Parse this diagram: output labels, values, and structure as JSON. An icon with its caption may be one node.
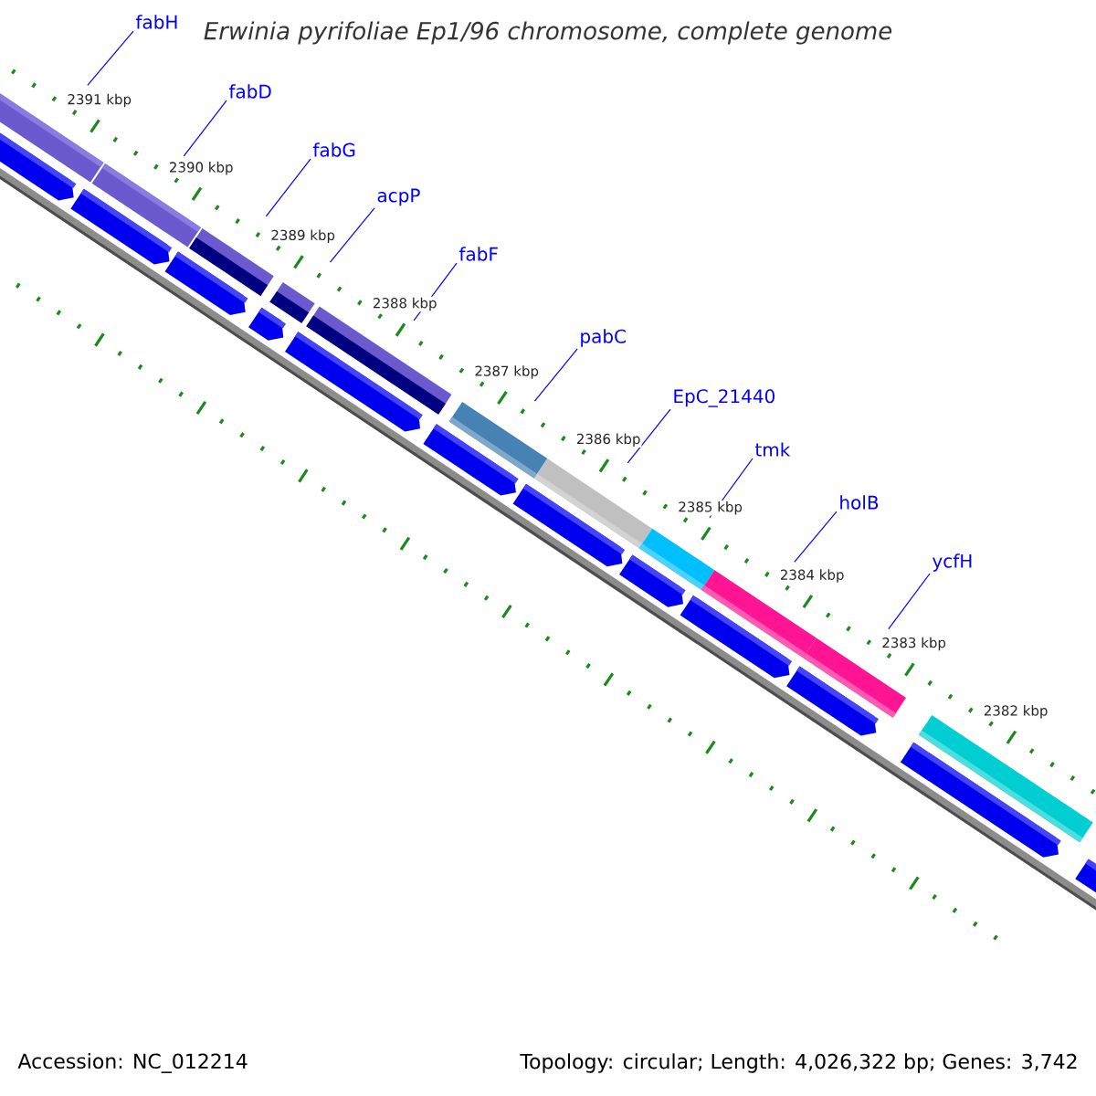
{
  "diagram": {
    "title": "Erwinia pyrifoliae Ep1/96 chromosome, complete genome",
    "nodes": [
      {
        "text": [
          "fabH"
        ]
      },
      {
        "text": [
          "fabD"
        ]
      },
      {
        "text": [
          "fabG"
        ]
      },
      {
        "text": [
          "acpP"
        ]
      },
      {
        "text": [
          "fabF"
        ]
      },
      {
        "text": [
          "pabC"
        ]
      },
      {
        "text": [
          "EpC_21440"
        ]
      },
      {
        "text": [
          "tmk"
        ]
      },
      {
        "text": [
          "holB"
        ]
      },
      {
        "text": [
          "ycfH"
        ]
      },
      {
        "text": [],
        "shape": "bar"
      },
      {
        "text": [],
        "shape": "bar"
      },
      {
        "text": [],
        "shape": "bar"
      },
      {
        "text": [],
        "shape": "bar"
      },
      {
        "text": [],
        "shape": "bar"
      },
      {
        "text": [],
        "shape": "bar"
      },
      {
        "text": [],
        "shape": "bar"
      },
      {
        "text": [],
        "shape": "bar"
      },
      {
        "text": [],
        "shape": "bar"
      },
      {
        "text": [],
        "shape": "bar"
      },
      {
        "text": [],
        "shape": "bar"
      }
    ],
    "edges": [
      {
        "from": 0,
        "to": 10,
        "arrow": "none"
      },
      {
        "from": 1,
        "to": 11,
        "arrow": "none"
      },
      {
        "from": 2,
        "to": 12,
        "arrow": "none"
      },
      {
        "from": 3,
        "to": 13,
        "arrow": "none"
      },
      {
        "from": 4,
        "to": 14,
        "arrow": "none"
      },
      {
        "from": 5,
        "to": 15,
        "arrow": "none"
      },
      {
        "from": 6,
        "to": 16,
        "arrow": "none"
      },
      {
        "from": 7,
        "to": 17,
        "arrow": "none"
      },
      {
        "from": 8,
        "to": 18,
        "arrow": "none"
      },
      {
        "from": 9,
        "to": 19,
        "arrow": "none"
      }
    ],
    "labels": [
      "2391 kbp",
      "2390 kbp",
      "2389 kbp",
      "2388 kbp",
      "2387 kbp",
      "2386 kbp",
      "2385 kbp",
      "2384 kbp",
      "2383 kbp",
      "2382 kbp",
      "Accession: NC_012214",
      "Topology: circular; Length: 4,026,322 bp; Genes: 3,742"
    ]
  }
}
